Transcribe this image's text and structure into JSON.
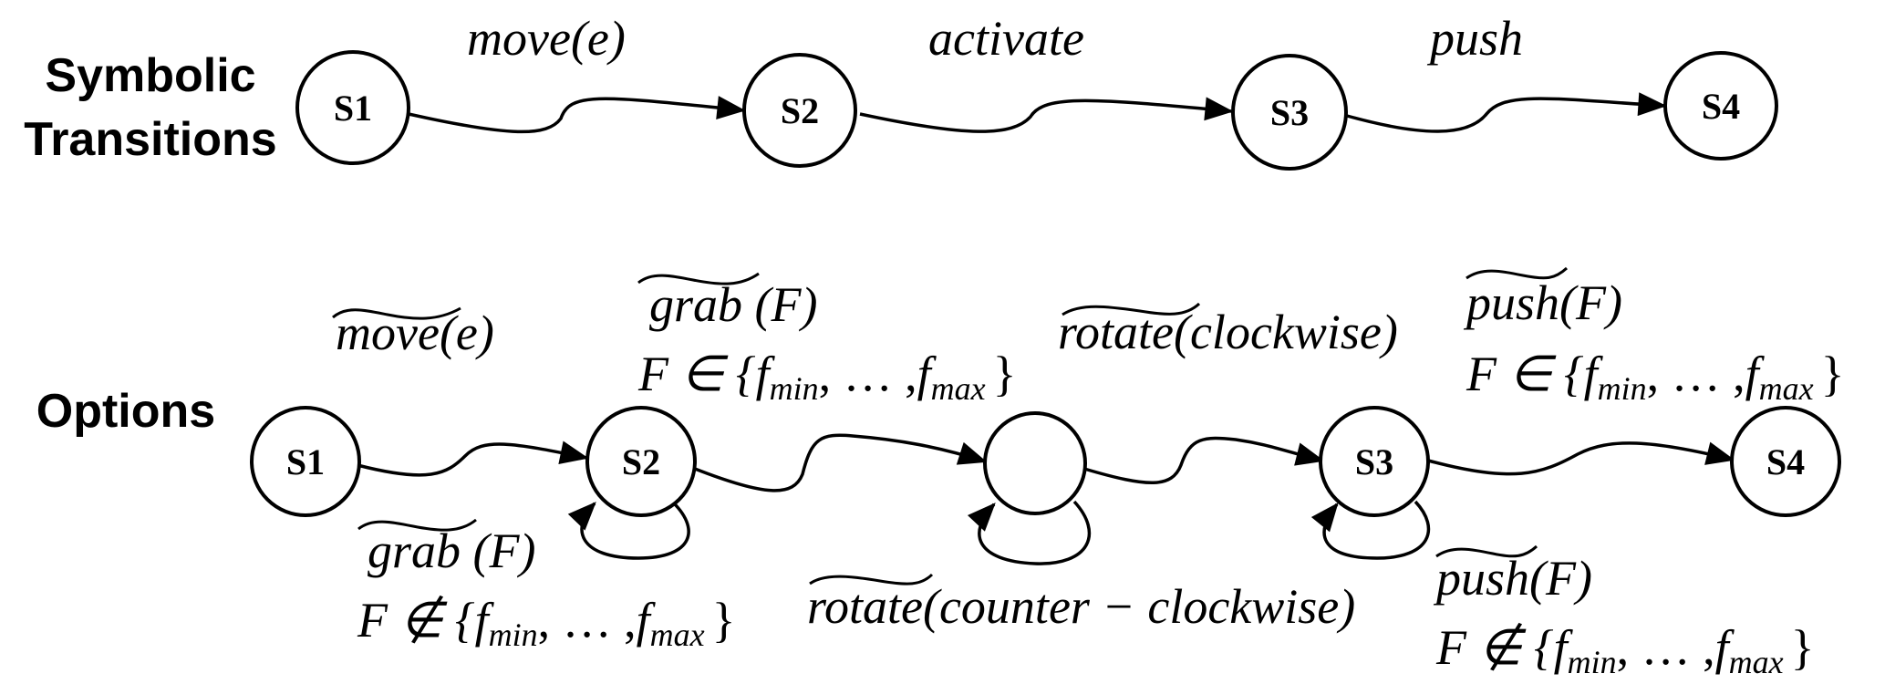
{
  "rows": {
    "symbolic": {
      "title_line1": "Symbolic",
      "title_line2": "Transitions",
      "states": [
        "S1",
        "S2",
        "S3",
        "S4"
      ],
      "transitions": [
        {
          "name": "move",
          "arg": "(e)"
        },
        {
          "name": "activate",
          "arg": ""
        },
        {
          "name": "push",
          "arg": ""
        }
      ]
    },
    "options": {
      "title": "Options",
      "states": [
        "S1",
        "S2",
        "",
        "S3",
        "S4"
      ],
      "forward": [
        {
          "name": "move",
          "arg": "(e)",
          "cond": ""
        },
        {
          "name": "grab",
          "arg": " (F)",
          "cond_prefix": "F ∈ {",
          "cond_set": "min",
          "cond_set2": "max"
        },
        {
          "name": "rotate",
          "arg": "(clockwise)"
        },
        {
          "name": "push",
          "arg": "(F)",
          "cond_prefix": "F ∈ {",
          "cond_set": "min",
          "cond_set2": "max"
        }
      ],
      "loops": [
        {
          "name": "grab",
          "arg": " (F)",
          "cond_prefix": "F ∉ {"
        },
        {
          "name": "rotate",
          "arg": "(counter − clockwise)"
        },
        {
          "name": "push",
          "arg": "(F)",
          "cond_prefix": "F ∉ {"
        }
      ],
      "set_f": "f",
      "set_min": "min",
      "set_max": "max",
      "set_dots": ", … ,",
      "set_close": "}"
    }
  }
}
